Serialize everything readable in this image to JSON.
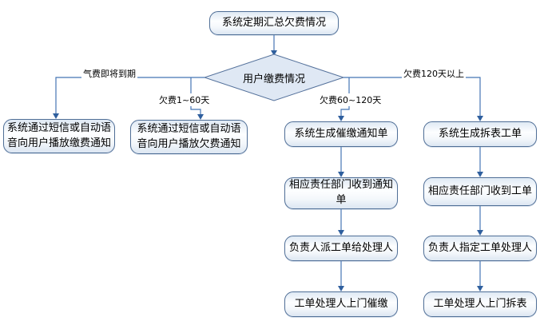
{
  "flowchart": {
    "start": {
      "label": "系统定期汇总欠费情况"
    },
    "decision": {
      "label": "用户缴费情况"
    },
    "branches": {
      "due_soon": {
        "condition": "气费即将到期",
        "steps": [
          "系统通过短信或自动语音向用户播放缴费通知"
        ]
      },
      "overdue_1_60": {
        "condition": "欠费1~60天",
        "steps": [
          "系统通过短信或自动语音向用户播放欠费通知"
        ]
      },
      "overdue_60_120": {
        "condition": "欠费60~120天",
        "steps": [
          "系统生成催缴通知单",
          "相应责任部门收到通知单",
          "负责人派工单给处理人",
          "工单处理人上门催缴"
        ]
      },
      "overdue_120_plus": {
        "condition": "欠费120天以上",
        "steps": [
          "系统生成拆表工单",
          "相应责任部门收到工单",
          "负责人指定工单处理人",
          "工单处理人上门拆表"
        ]
      }
    },
    "colors": {
      "node_border": "#4f6e96",
      "node_fill_light": "#fdfeff",
      "node_fill_shade": "#dce6f2",
      "diamond_fill": "#dfe8f4",
      "connector": "#4576b5",
      "text": "#000000"
    }
  }
}
